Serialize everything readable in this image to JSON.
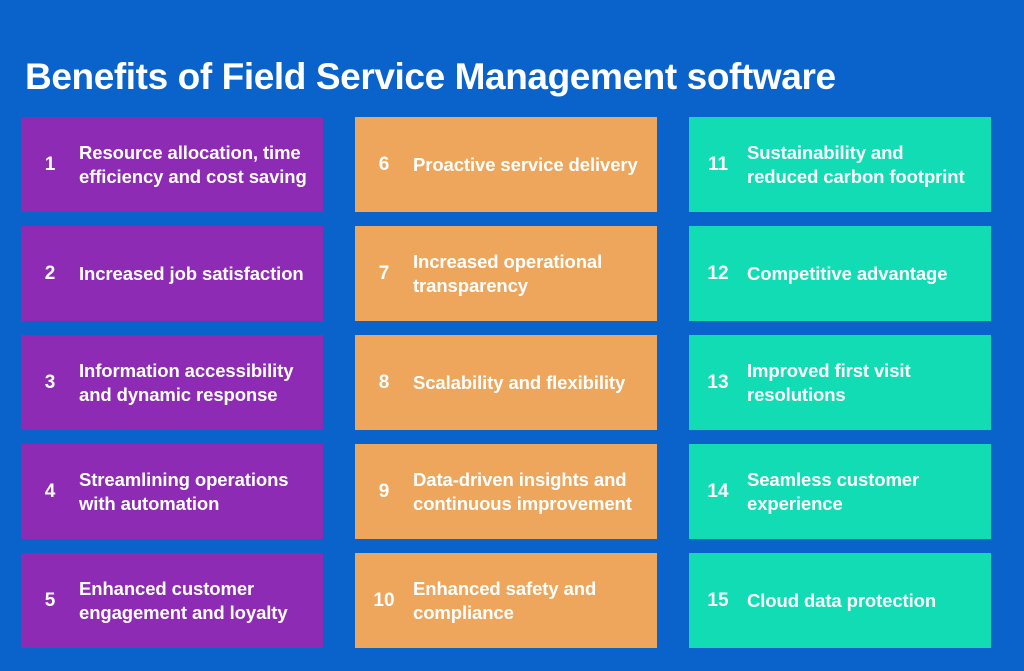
{
  "page": {
    "title": "Benefits of Field Service Management software",
    "background_color": "#0A63CB",
    "title_color": "#FFFFFF"
  },
  "palette": {
    "background_blue": "#0A63CB",
    "column_one_purple": "#8E2BB5",
    "column_two_orange": "#EDA65C",
    "column_three_teal": "#12DCB4",
    "text_white": "#FFFFFF"
  },
  "columns": [
    {
      "name": "column-one",
      "color_key": "purple",
      "cards": [
        {
          "number": "1",
          "label": "Resource allocation, time efficiency and cost saving"
        },
        {
          "number": "2",
          "label": "Increased job satisfaction"
        },
        {
          "number": "3",
          "label": "Information accessibility and dynamic response"
        },
        {
          "number": "4",
          "label": "Streamlining operations with automation"
        },
        {
          "number": "5",
          "label": "Enhanced customer engagement and loyalty"
        }
      ]
    },
    {
      "name": "column-two",
      "color_key": "orange",
      "cards": [
        {
          "number": "6",
          "label": "Proactive service delivery"
        },
        {
          "number": "7",
          "label": "Increased operational transparency"
        },
        {
          "number": "8",
          "label": "Scalability and flexibility"
        },
        {
          "number": "9",
          "label": "Data-driven insights and continuous improvement"
        },
        {
          "number": "10",
          "label": "Enhanced safety and compliance"
        }
      ]
    },
    {
      "name": "column-three",
      "color_key": "teal",
      "cards": [
        {
          "number": "11",
          "label": "Sustainability and reduced carbon footprint"
        },
        {
          "number": "12",
          "label": "Competitive advantage"
        },
        {
          "number": "13",
          "label": "Improved first visit resolutions"
        },
        {
          "number": "14",
          "label": "Seamless customer experience"
        },
        {
          "number": "15",
          "label": "Cloud data protection"
        }
      ]
    }
  ]
}
